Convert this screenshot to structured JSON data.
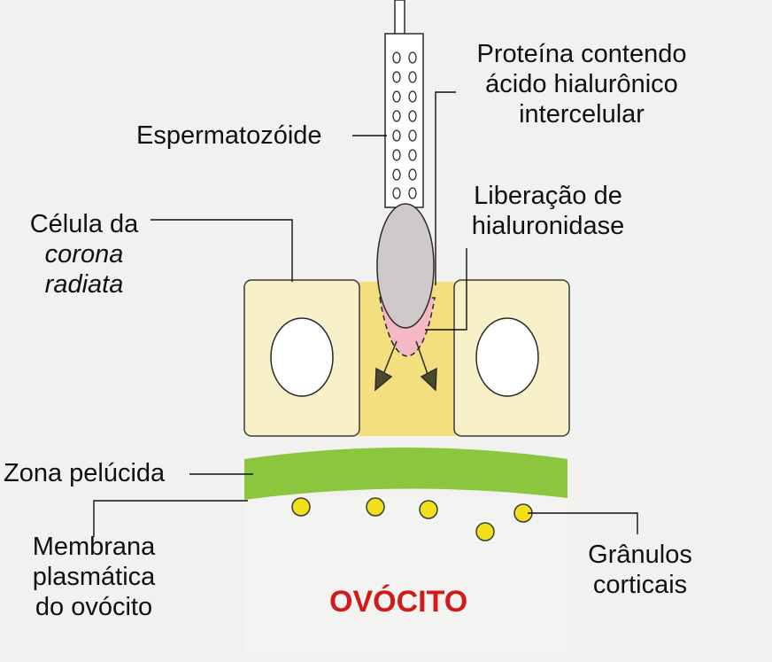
{
  "labels": {
    "sperm": "Espermatozóide",
    "protein": [
      "Proteína contendo",
      "ácido hialurônico",
      "intercelular"
    ],
    "hyaluronidase": [
      "Liberação de",
      "hialuronidase"
    ],
    "corona": [
      "Célula da",
      "corona",
      "radiata"
    ],
    "zona": "Zona pelúcida",
    "membrane": [
      "Membrana",
      "plasmática",
      "do ovócito"
    ],
    "granules": [
      "Grânulos",
      "corticais"
    ],
    "oocyte": "OVÓCITO"
  },
  "colors": {
    "background": "#f1f1f0",
    "corona_cell": "#f7f0c8",
    "intercellular_matrix": "#f4df7e",
    "zona_pellucida": "#8cc63f",
    "sperm_head": "#cfc9cc",
    "hyaluronidase": "#f4b9c4",
    "granule": "#f2df1a",
    "oocyte_text": "#d21a1a"
  }
}
